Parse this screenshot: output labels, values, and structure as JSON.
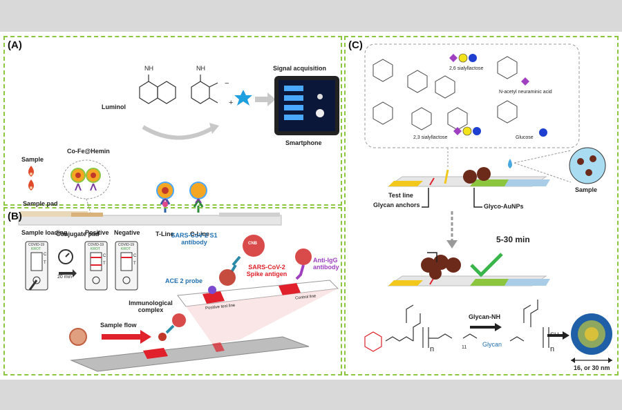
{
  "panel_a": {
    "label": "(A)",
    "luminol": "Luminol",
    "nh2": "NH",
    "signal_acquisition": "Signal acquisition",
    "smartphone": "Smartphone",
    "sample": "Sample",
    "co_fe_hemin": "Co-Fe@Hemin",
    "sample_pad": "Sample pad",
    "conjugate_pad": "Conjugate pad",
    "t_line": "T-Line",
    "c_line": "C-Line"
  },
  "panel_b": {
    "label": "(B)",
    "sample_loading": "Sample loading",
    "positive": "Positive",
    "negative": "Negative",
    "time": "20 min",
    "cassette_title": "COVID-19",
    "cassette_sub": "KROT",
    "c_mark": "C",
    "t_mark": "T",
    "s1_antibody": "SARS-CoV-2 S1 antibody",
    "cnb": "CNB",
    "spike_antigen": "SARS-CoV-2 Spike antigen",
    "anti_igg": "Anti-IgG antibody",
    "ace2": "ACE 2 probe",
    "immuno_complex": "Immunological complex",
    "control_line": "Control line",
    "positive_test_line": "Positive test line",
    "sample_flow": "Sample flow"
  },
  "panel_c": {
    "label": "(C)",
    "sialyl26": "2,6 sialyllactose",
    "neu5ac": "N-acetyl neuraminic acid",
    "sialyl23": "2,3 sialyllactose",
    "glucose": "Glucose",
    "test_line": "Test line",
    "glycan_anchors": "Glycan anchors",
    "glyco_aunps": "Glyco-AuNPs",
    "sample": "Sample",
    "time": "5-30 min",
    "glycan_nh2": "Glycan-NH",
    "glycan": "Glycan",
    "size": "16, or 30 nm",
    "n": "n",
    "eleven": "11",
    "sh": "SH"
  },
  "colors": {
    "border": "#8cc63f",
    "gold": "#f5a623",
    "orange_core": "#e8742a",
    "red_line": "#e0202a",
    "purple": "#7a3ea0",
    "blue_text": "#1f6fb2",
    "strip_yellow": "#f2c81c",
    "strip_green": "#8cc63f",
    "strip_blue": "#a9cde6"
  }
}
